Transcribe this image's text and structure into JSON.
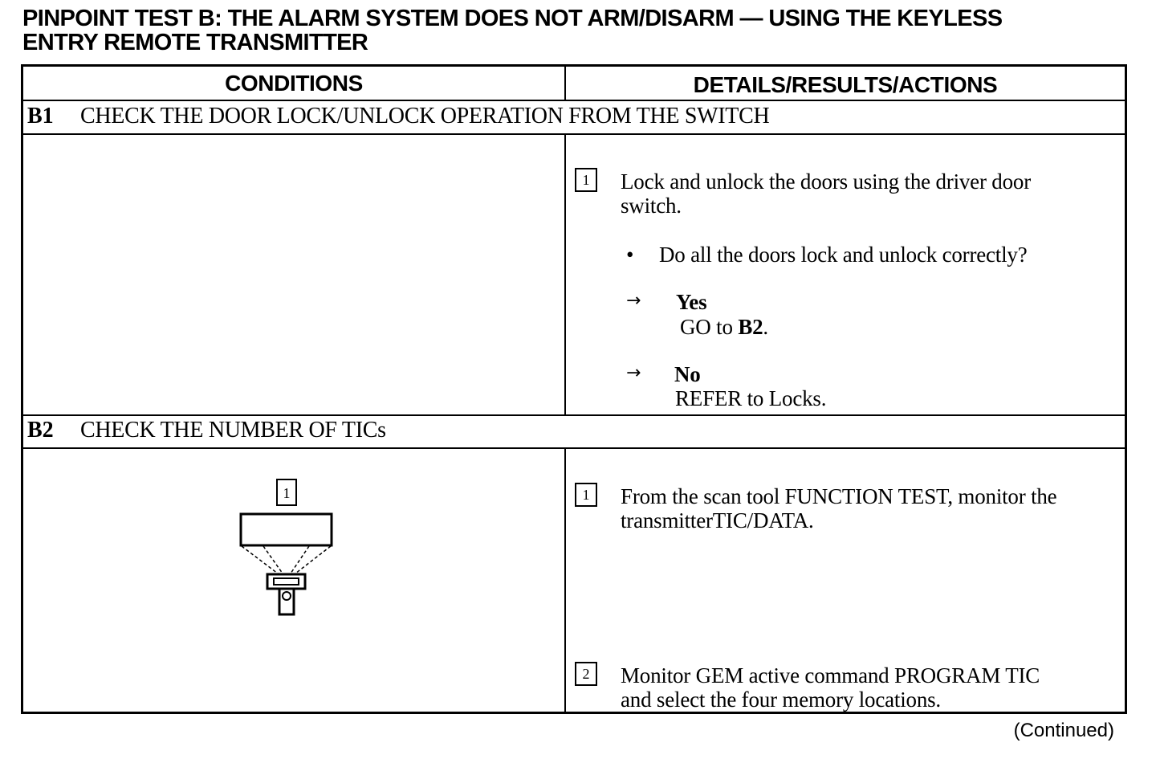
{
  "title": {
    "line1": "PINPOINT TEST B:  THE ALARM SYSTEM DOES NOT ARM/DISARM — USING THE KEYLESS",
    "line2": "ENTRY REMOTE TRANSMITTER"
  },
  "table": {
    "headers": {
      "conditions": "CONDITIONS",
      "details": "DETAILS/RESULTS/ACTIONS"
    },
    "b1": {
      "id": "B1",
      "title": "CHECK THE DOOR LOCK/UNLOCK OPERATION FROM THE SWITCH",
      "step1_num": "1",
      "step1_line1": "Lock and unlock the doors using the driver door",
      "step1_line2": "switch.",
      "bullet": "•",
      "question": "Do all the doors lock and unlock correctly?",
      "arrow": "→",
      "yes_label": "Yes",
      "yes_action_pre": "GO to ",
      "yes_action_ref": "B2",
      "yes_action_post": ".",
      "no_label": "No",
      "no_action": "REFER to  Locks."
    },
    "b2": {
      "id": "B2",
      "title": "CHECK THE NUMBER OF TICs",
      "illustration_num": "1",
      "step1_num": "1",
      "step1_line1": "From the scan tool FUNCTION TEST, monitor the",
      "step1_line2": "transmitterTIC/DATA.",
      "step2_num": "2",
      "step2_line1": "Monitor GEM active command PROGRAM TIC",
      "step2_line2": "and select the four memory locations."
    }
  },
  "footer": {
    "continued": "(Continued)"
  }
}
